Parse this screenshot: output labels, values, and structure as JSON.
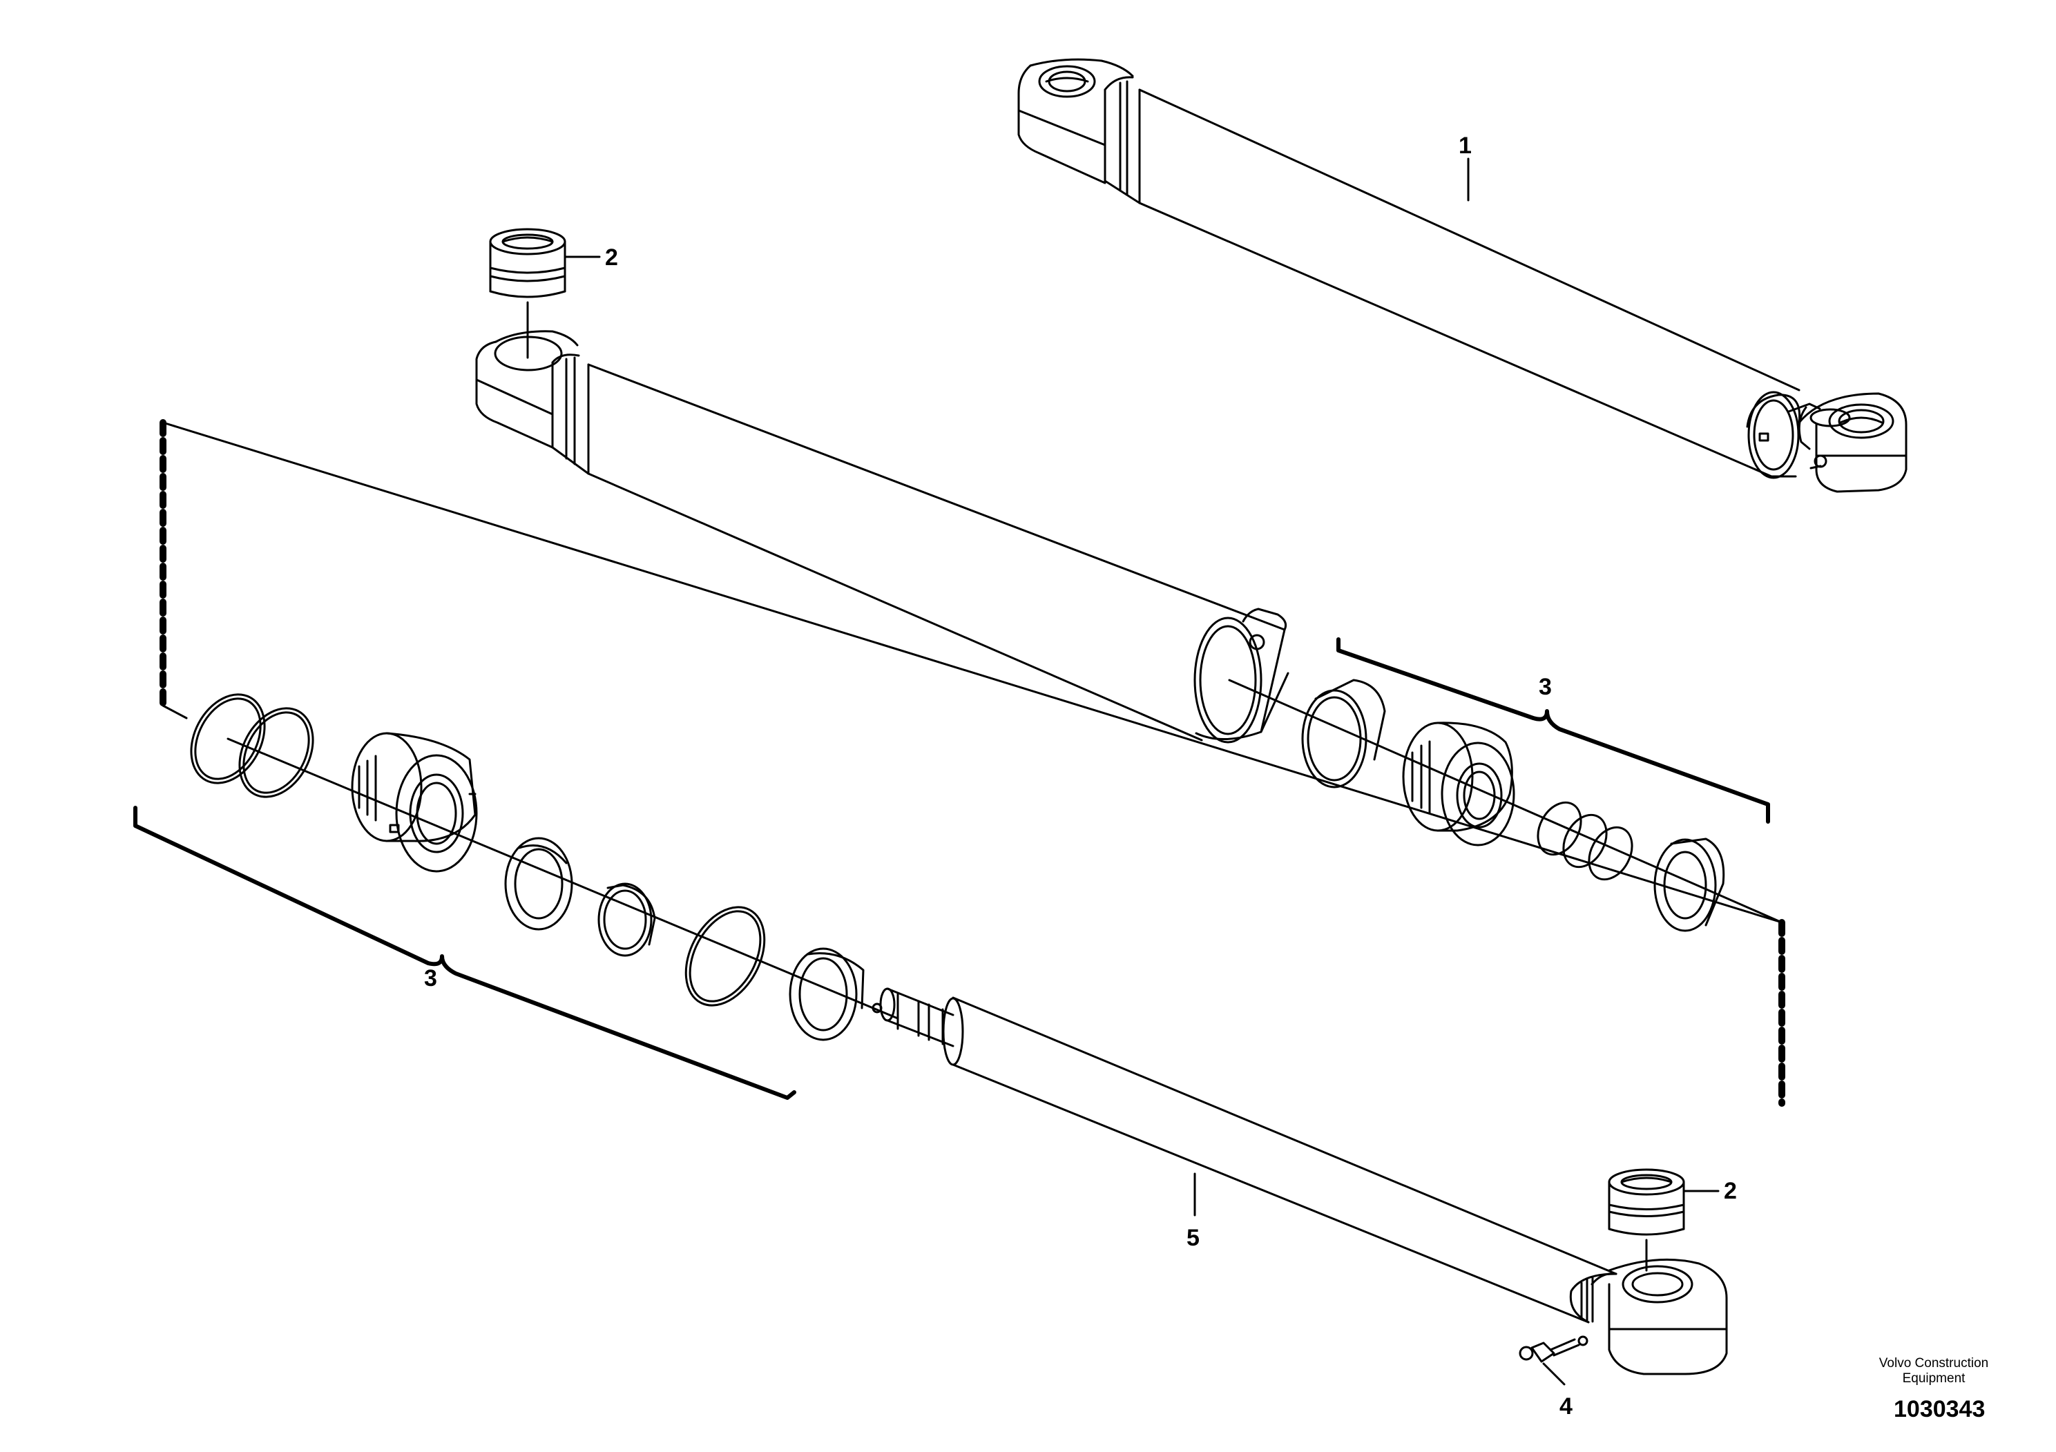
{
  "diagram": {
    "callouts": {
      "cylinder_assembly": "1",
      "bushing_top": "2",
      "bushing_bottom": "2",
      "seal_kit_right": "3",
      "seal_kit_left": "3",
      "grease_nipple": "4",
      "piston_rod": "5"
    }
  },
  "footer": {
    "brand_line_1": "Volvo Construction",
    "brand_line_2": "Equipment",
    "document_number": "1030343"
  }
}
